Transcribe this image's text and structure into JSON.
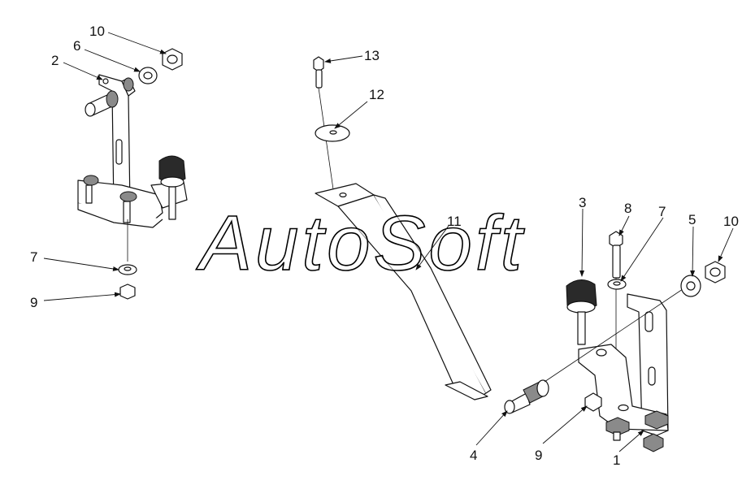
{
  "watermark": "AutoSoft",
  "callouts": {
    "c_10_left": "10",
    "c_6": "6",
    "c_2": "2",
    "c_7_left": "7",
    "c_9_left": "9",
    "c_13": "13",
    "c_12": "12",
    "c_11": "11",
    "c_3": "3",
    "c_8": "8",
    "c_7_right": "7",
    "c_5": "5",
    "c_10_right": "10",
    "c_4": "4",
    "c_9_right": "9",
    "c_1": "1"
  }
}
